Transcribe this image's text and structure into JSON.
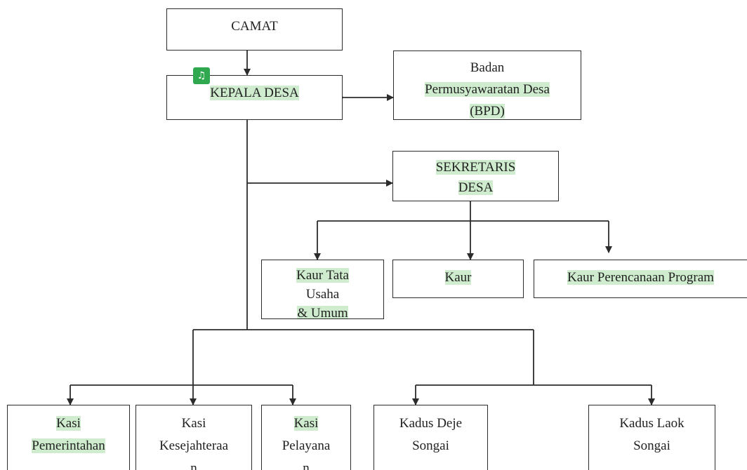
{
  "colors": {
    "line": "#2b2b2b",
    "highlight": "#cfeccf",
    "badge": "#2fa84f"
  },
  "badge": {
    "icon": "note-icon",
    "glyph": "♫"
  },
  "nodes": {
    "camat": {
      "lines": [
        "CAMAT"
      ]
    },
    "kepala_desa": {
      "lines": [
        "KEPALA DESA"
      ]
    },
    "bpd": {
      "lines": [
        "Badan",
        "Permusyawaratan Desa",
        "(BPD)"
      ]
    },
    "sekretaris": {
      "lines": [
        "SEKRETARIS",
        "DESA"
      ]
    },
    "kaur_tata_usaha": {
      "lines": [
        "Kaur Tata",
        "Usaha",
        "& Umum"
      ]
    },
    "kaur_keuangan": {
      "lines": [
        "Kaur"
      ]
    },
    "kaur_perencanaan": {
      "lines": [
        "Kaur Perencanaan Program"
      ]
    },
    "kasi_pemerintahan": {
      "lines": [
        "Kasi",
        "Pemerintahan"
      ]
    },
    "kasi_kesejahteraan": {
      "lines": [
        "Kasi",
        "Kesejahteraa",
        "n"
      ]
    },
    "kasi_pelayanan": {
      "lines": [
        "Kasi",
        "Pelayana",
        "n"
      ]
    },
    "kadus_deje": {
      "lines": [
        "Kadus Deje",
        "Songai"
      ]
    },
    "kadus_laok": {
      "lines": [
        "Kadus Laok",
        "Songai"
      ]
    }
  }
}
